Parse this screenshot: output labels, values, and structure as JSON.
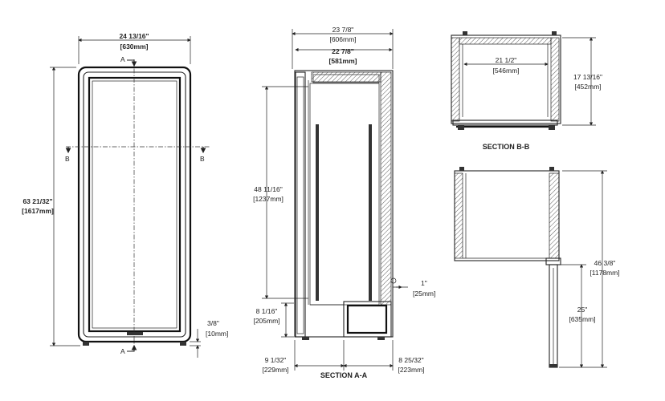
{
  "front_view": {
    "width_in": "24 13/16\"",
    "width_mm": "[630mm]",
    "height_in": "63 21/32\"",
    "height_mm": "[1617mm]",
    "foot_in": "3/8\"",
    "foot_mm": "[10mm]",
    "section_mark_a": "A",
    "section_mark_b": "B"
  },
  "section_aa": {
    "label": "SECTION A-A",
    "depth_total_in": "23 7/8\"",
    "depth_total_mm": "[606mm]",
    "depth_body_in": "22 7/8\"",
    "depth_body_mm": "[581mm]",
    "interior_height_in": "48 11/16\"",
    "interior_height_mm": "[1237mm]",
    "base_height_in": "8 1/16\"",
    "base_height_mm": "[205mm]",
    "front_offset_in": "9 1/32\"",
    "front_offset_mm": "[229mm]",
    "rear_offset_in": "8 25/32\"",
    "rear_offset_mm": "[223mm]",
    "rear_gap_in": "1\"",
    "rear_gap_mm": "[25mm]"
  },
  "section_bb": {
    "label": "SECTION B-B",
    "inner_width_in": "21 1/2\"",
    "inner_width_mm": "[546mm]",
    "depth_in": "17 13/16\"",
    "depth_mm": "[452mm]"
  },
  "side_view": {
    "total_height_in": "46 3/8\"",
    "total_height_mm": "[1178mm]",
    "lower_height_in": "25\"",
    "lower_height_mm": "[635mm]"
  }
}
